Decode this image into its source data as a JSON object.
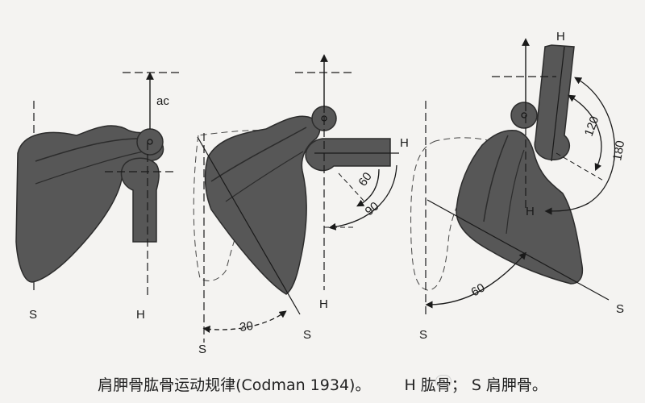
{
  "caption": {
    "left": "肩胛骨肱骨运动规律(Codman 1934)。",
    "right": "H 肱骨； S 肩胛骨。"
  },
  "panels": [
    {
      "scapula_label": "S",
      "humerus_label": "H",
      "acromion_label": "ac"
    },
    {
      "scapula_label": "S",
      "scapula_line_label": "S",
      "humerus_label": "H",
      "humerus_arm_label": "H",
      "angles": {
        "scapula": "30",
        "inner": "60",
        "outer": "90"
      }
    },
    {
      "scapula_label": "S",
      "scapula_line_label": "S",
      "humerus_top_label": "H",
      "humerus_mid_label": "H",
      "angles": {
        "scapula": "60",
        "inner": "120",
        "outer": "180"
      }
    }
  ],
  "colors": {
    "bone": "#575757",
    "bone_dark": "#2c2c2c",
    "line": "#1a1a1a",
    "background": "#f4f3f1"
  }
}
